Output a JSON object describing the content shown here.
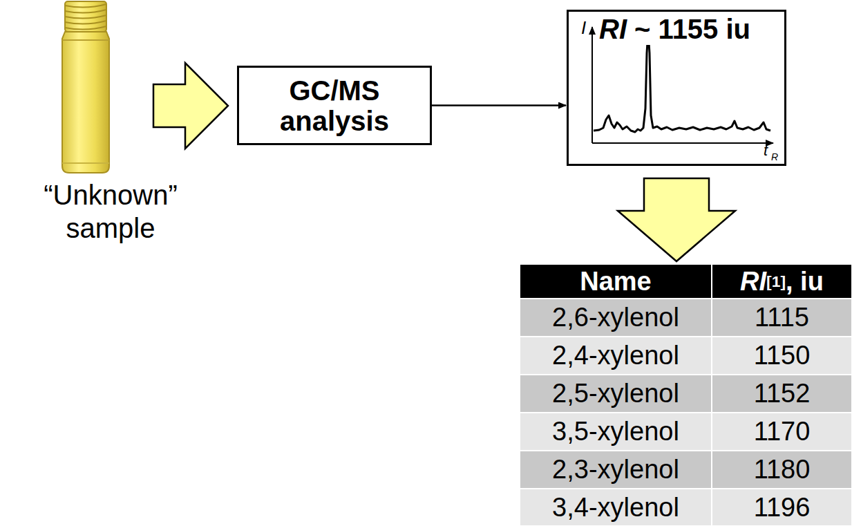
{
  "diagram": {
    "nodes": [
      {
        "text": [
          "“Unknown” sample"
        ]
      },
      {
        "text": [
          "GC/MS analysis"
        ]
      },
      {
        "text": [
          "RI ~ 1155 iu"
        ]
      },
      {
        "text": [
          "Name",
          "RI[1], iu",
          "2,6-xylenol",
          "1115",
          "2,4-xylenol",
          "1150",
          "2,5-xylenol",
          "1152",
          "3,5-xylenol",
          "1170",
          "2,3-xylenol",
          "1180",
          "3,4-xylenol",
          "1196"
        ]
      }
    ],
    "edges": [
      {
        "from": 0,
        "to": 1,
        "arrow": "to"
      },
      {
        "from": 1,
        "to": 2,
        "arrow": "to"
      },
      {
        "from": 2,
        "to": 3,
        "arrow": "to"
      }
    ],
    "labels": [
      "I",
      "t",
      "R"
    ]
  }
}
